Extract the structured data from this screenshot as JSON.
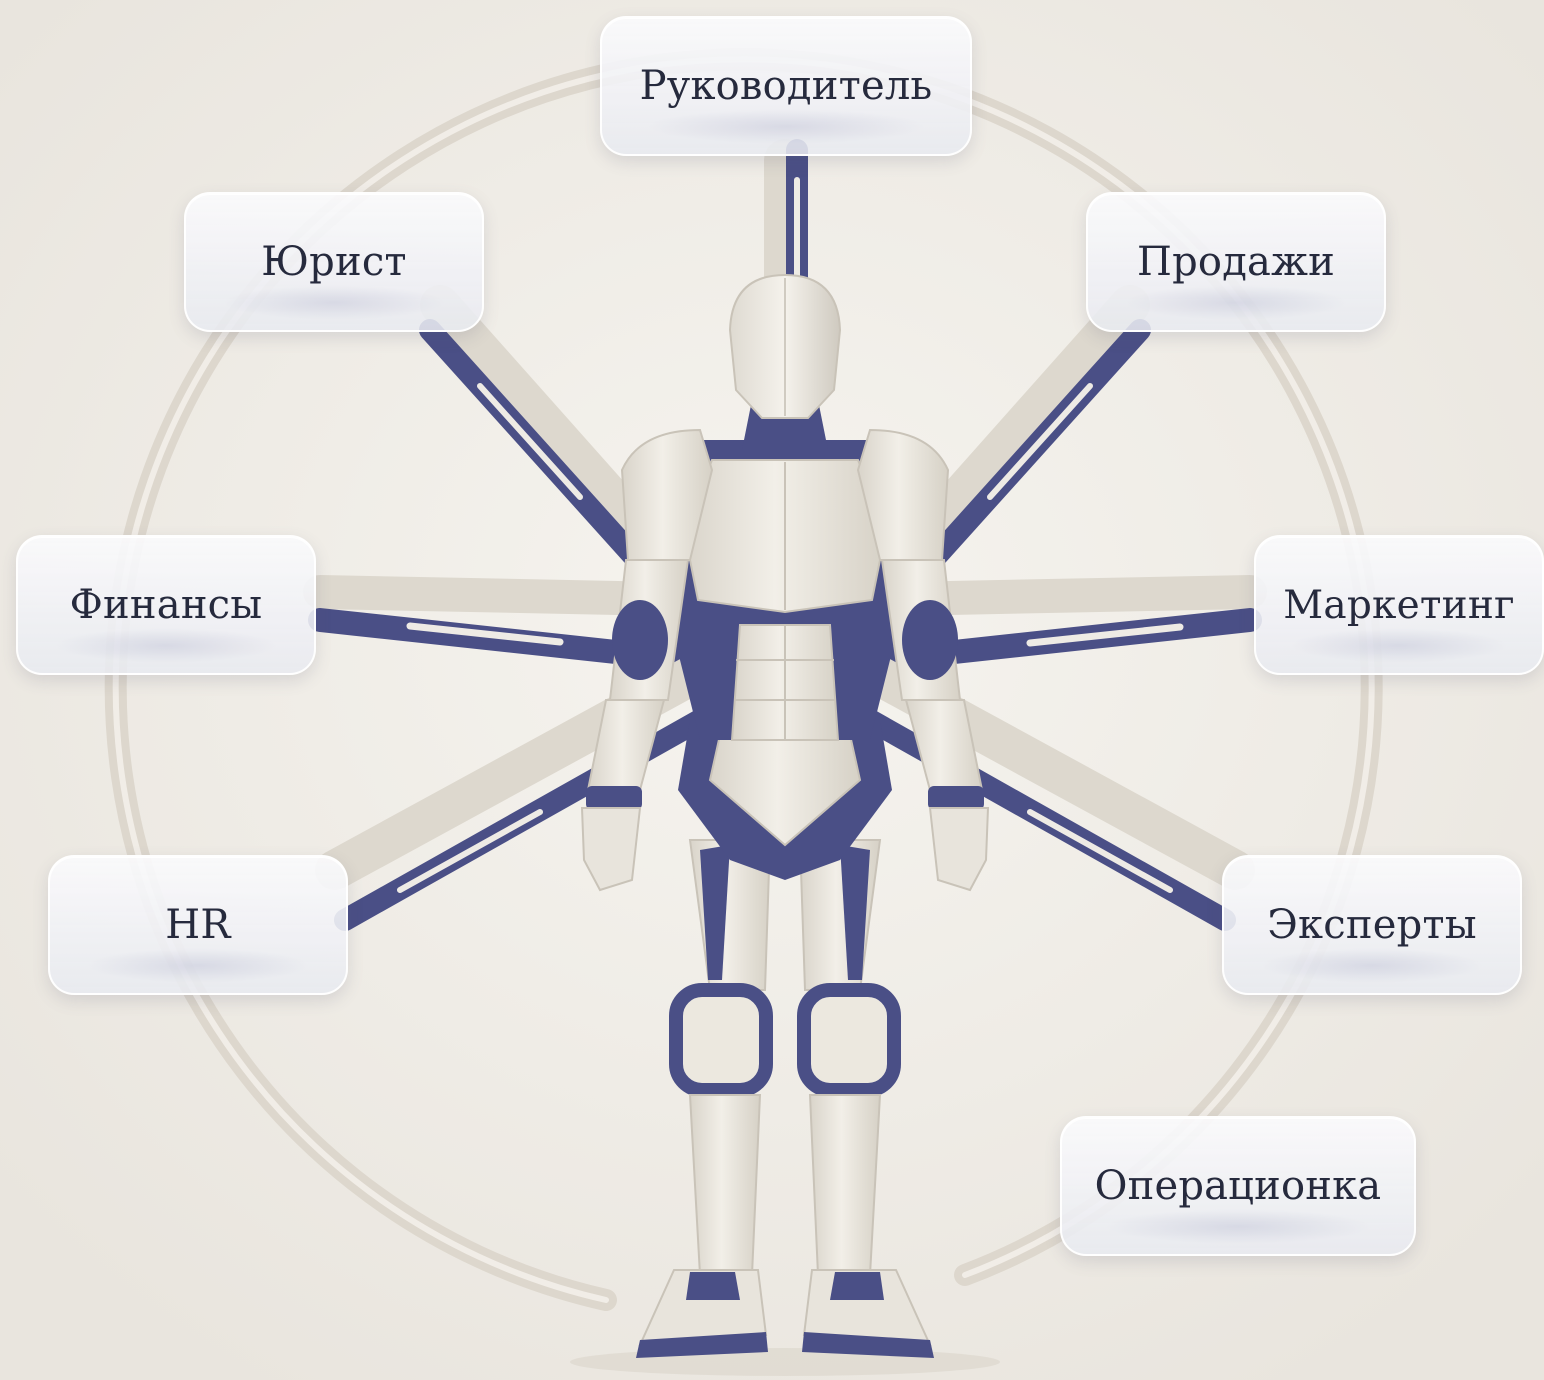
{
  "roles": {
    "head": "Руководитель",
    "lawyer": "Юрист",
    "sales": "Продажи",
    "finance": "Финансы",
    "marketing": "Маркетинг",
    "hr": "HR",
    "experts": "Эксперты",
    "operations": "Операционка"
  },
  "colors": {
    "background": "#efece6",
    "ring": "#dcd6cc",
    "armor_shell": "#ece8df",
    "armor_accent": "#4a4f86",
    "text": "#262a3d"
  }
}
